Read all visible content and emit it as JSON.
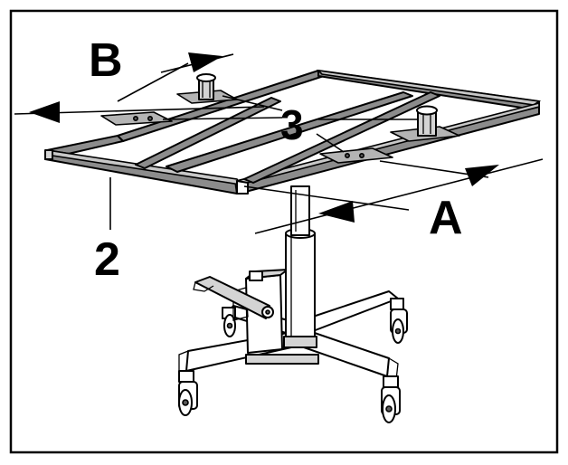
{
  "labels": {
    "dimension_b": "B",
    "dimension_a": "A",
    "support_pads": "3",
    "frame": "2"
  },
  "colors": {
    "frame": "#8c8c8c",
    "plate": "#b4b4b4",
    "outline": "#000000"
  }
}
